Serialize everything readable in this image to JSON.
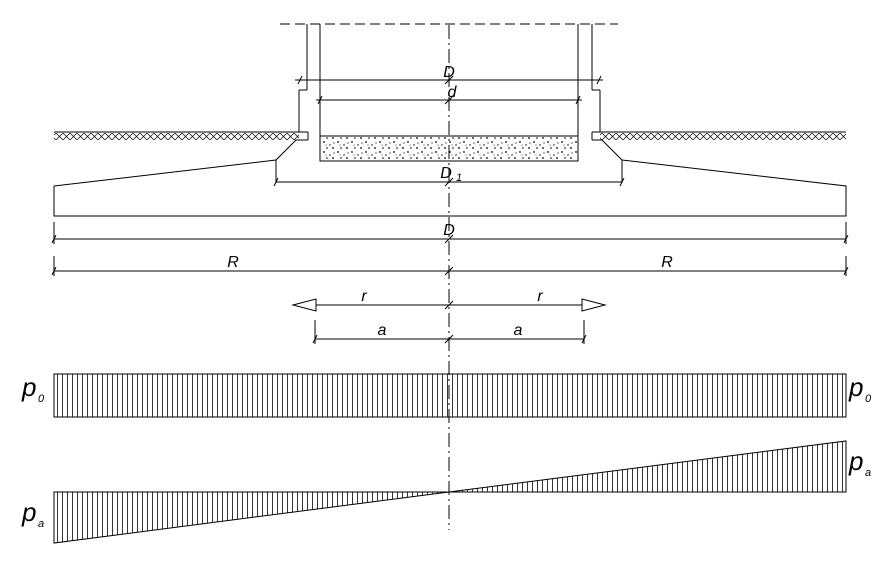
{
  "diagram": {
    "labels": {
      "D_top": "D",
      "d": "d",
      "D1_main": "D",
      "D1_sub": "1",
      "D_bottom": "D",
      "R_left": "R",
      "R_right": "R",
      "r_left": "r",
      "r_right": "r",
      "a_left": "a",
      "a_right": "a",
      "p0_left_main": "p",
      "p0_left_sub": "0",
      "p0_right_main": "p",
      "p0_right_sub": "0",
      "pa_left_main": "p",
      "pa_left_sub": "a",
      "pa_right_main": "p",
      "pa_right_sub": "a"
    },
    "colors": {
      "line": "#000000",
      "background": "#ffffff"
    }
  }
}
